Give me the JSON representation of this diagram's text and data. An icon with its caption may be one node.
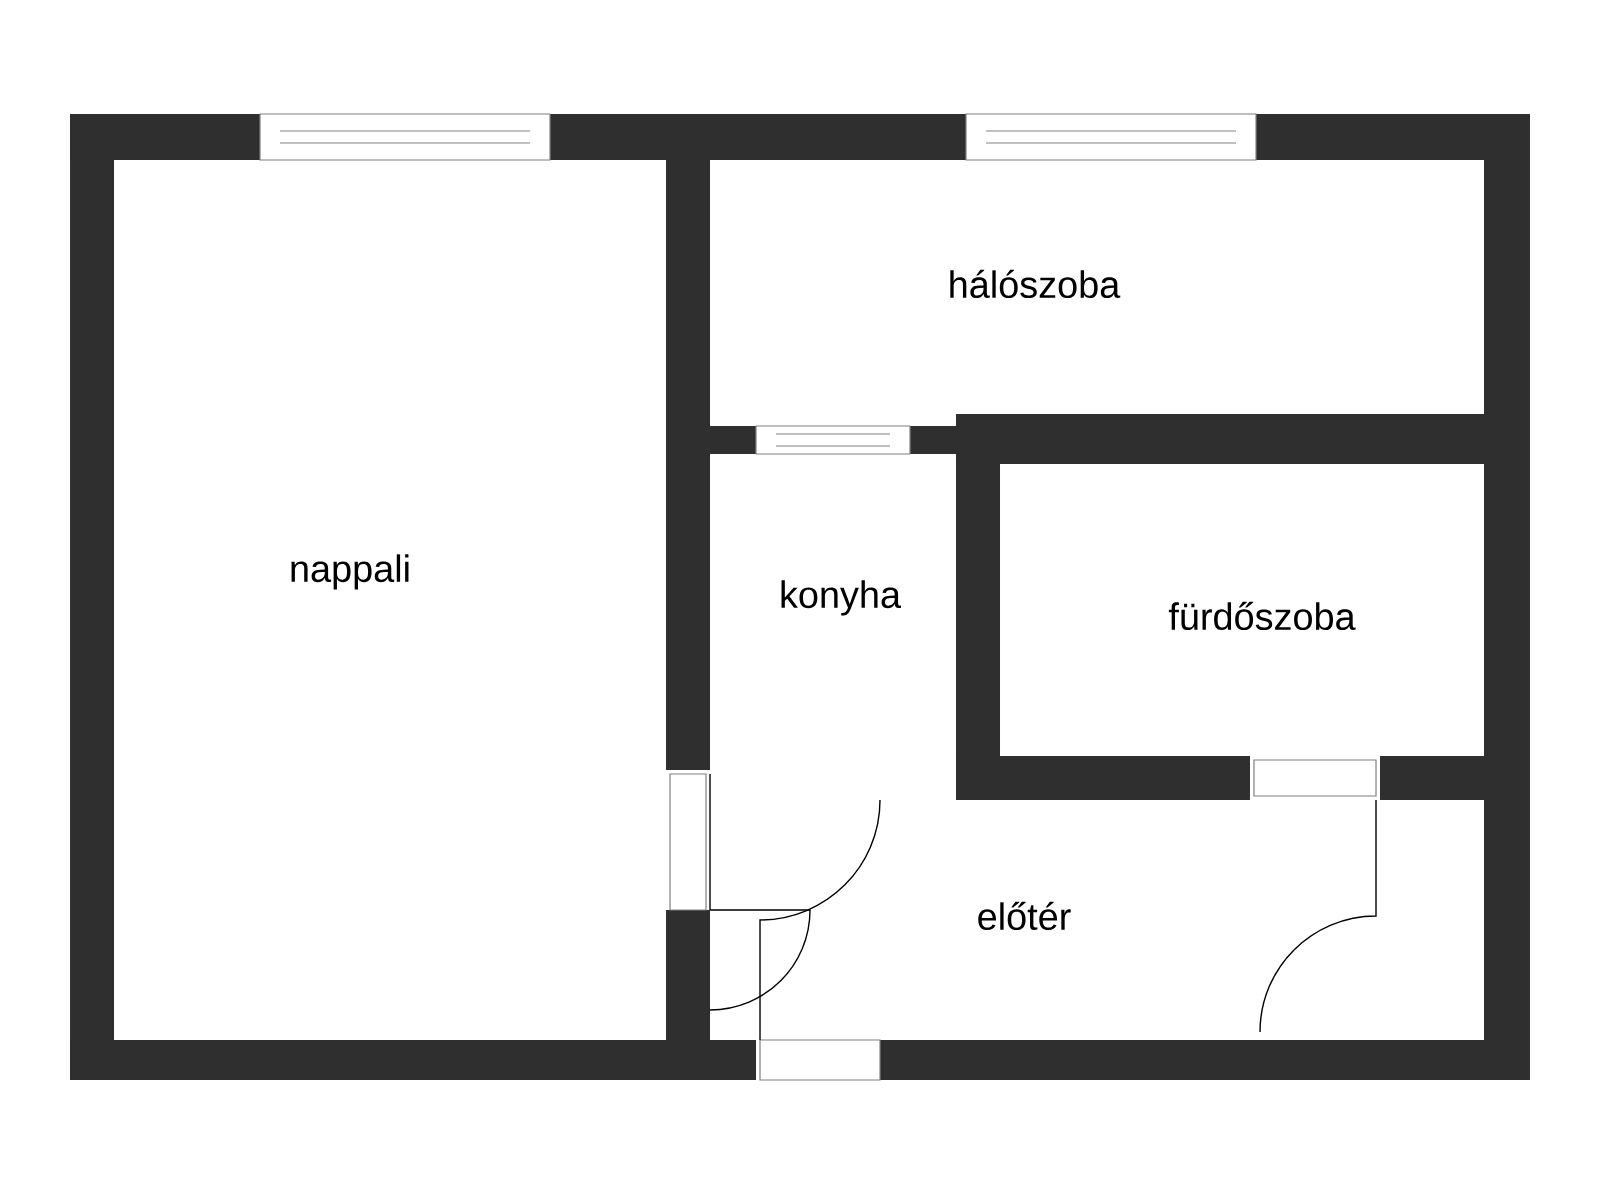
{
  "diagram": {
    "labels": [
      "hálószoba",
      "nappali",
      "konyha",
      "fürdőszoba",
      "előtér"
    ]
  }
}
